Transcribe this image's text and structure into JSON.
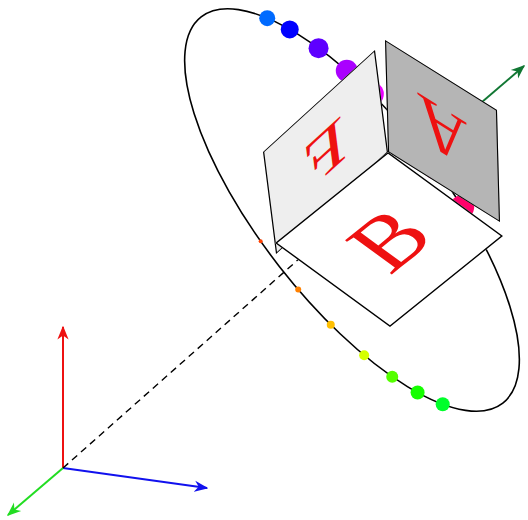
{
  "diagram": {
    "nodes": [
      {
        "text": [
          "F"
        ]
      },
      {
        "text": [
          "A"
        ]
      },
      {
        "text": [
          "B"
        ]
      }
    ]
  }
}
